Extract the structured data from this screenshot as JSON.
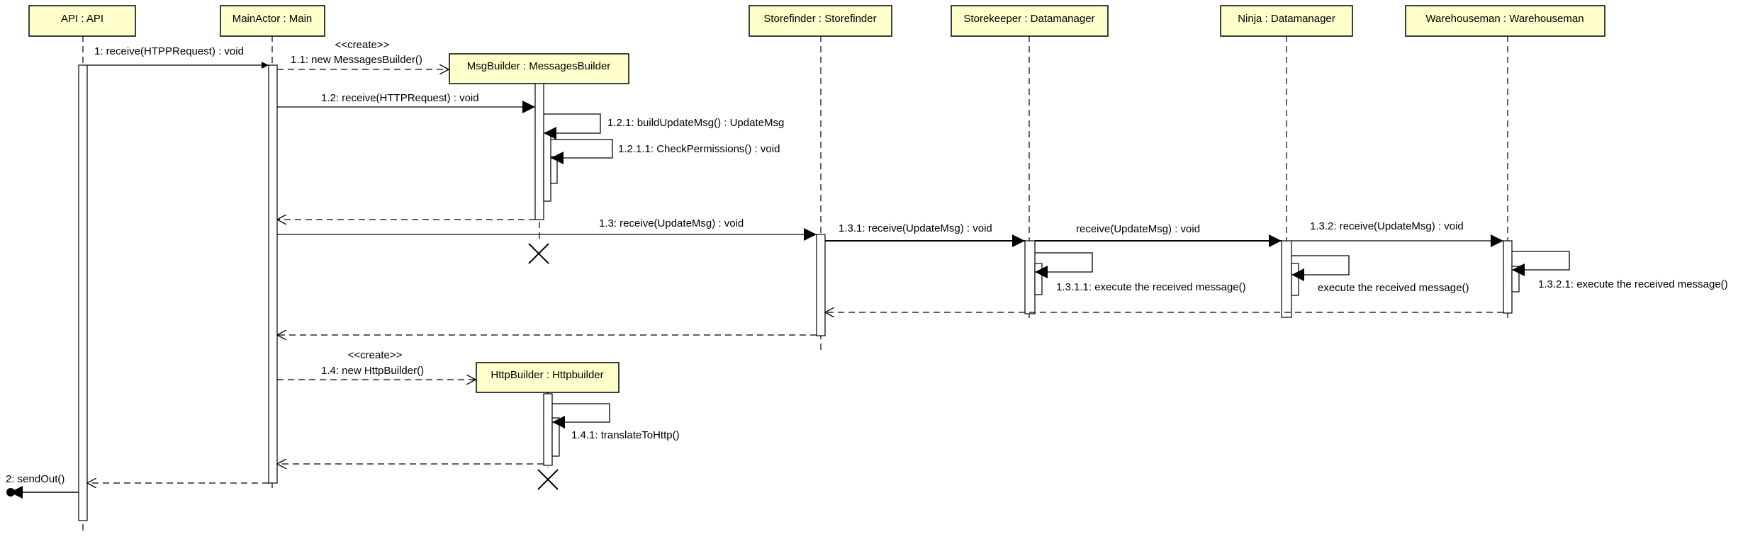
{
  "participants": [
    {
      "id": "api",
      "label": "API : API"
    },
    {
      "id": "main",
      "label": "MainActor : Main"
    },
    {
      "id": "msgb",
      "label": "MsgBuilder : MessagesBuilder"
    },
    {
      "id": "httpb",
      "label": "HttpBuilder : Httpbuilder"
    },
    {
      "id": "sf",
      "label": "Storefinder : Storefinder"
    },
    {
      "id": "sk",
      "label": "Storekeeper : Datamanager"
    },
    {
      "id": "ninja",
      "label": "Ninja : Datamanager"
    },
    {
      "id": "wh",
      "label": "Warehouseman : Warehouseman"
    }
  ],
  "messages": {
    "m1": "1: receive(HTPPRequest) : void",
    "create1": "<<create>>",
    "m1_1": "1.1: new MessagesBuilder()",
    "m1_2": "1.2: receive(HTTPRequest) : void",
    "m1_2_1": "1.2.1: buildUpdateMsg() : UpdateMsg",
    "m1_2_1_1": "1.2.1.1: CheckPermissions() : void",
    "m1_3": "1.3: receive(UpdateMsg) : void",
    "m1_3_1": "1.3.1: receive(UpdateMsg) : void",
    "m_recv": "receive(UpdateMsg) : void",
    "m1_3_2": "1.3.2: receive(UpdateMsg) : void",
    "m1_3_1_1": "1.3.1.1: execute the received message()",
    "m_exec": "execute the received message()",
    "m1_3_2_1": "1.3.2.1: execute the received message()",
    "create2": "<<create>>",
    "m1_4": "1.4: new HttpBuilder()",
    "m1_4_1": "1.4.1: translateToHttp()",
    "m2": "2: sendOut()"
  },
  "colors": {
    "header_fill": "#ffffcc",
    "line": "#000000",
    "background": "#ffffff"
  }
}
